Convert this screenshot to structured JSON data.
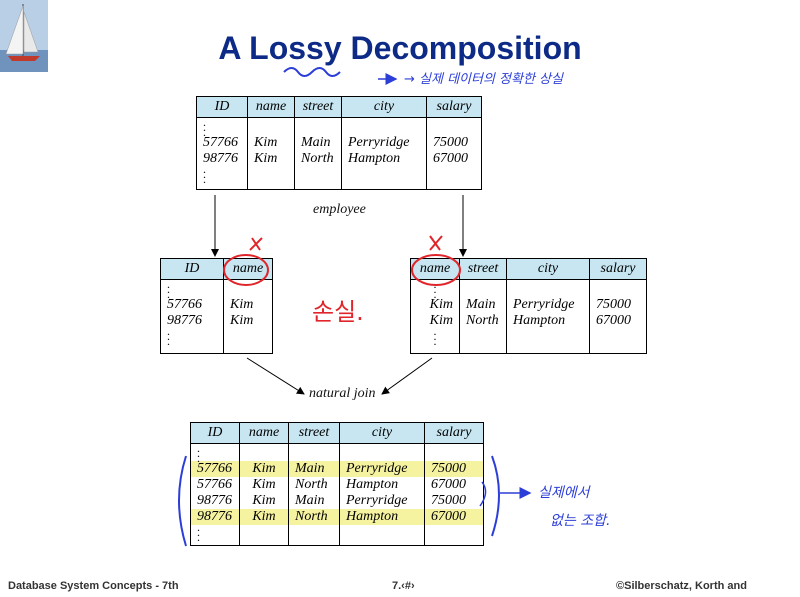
{
  "title": "A Lossy Decomposition",
  "annotations": {
    "title_note": "→ 실제 데이터의 정확한 상실",
    "loss": "손실.",
    "note_lines": [
      "실제에서",
      "없는 조합."
    ]
  },
  "employee": {
    "headers": [
      "ID",
      "name",
      "street",
      "city",
      "salary"
    ],
    "rows": [
      [
        "57766",
        "Kim",
        "Main",
        "Perryridge",
        "75000"
      ],
      [
        "98776",
        "Kim",
        "North",
        "Hampton",
        "67000"
      ]
    ],
    "label": "employee"
  },
  "r1": {
    "headers": [
      "ID",
      "name"
    ],
    "rows": [
      [
        "57766",
        "Kim"
      ],
      [
        "98776",
        "Kim"
      ]
    ]
  },
  "r2": {
    "headers": [
      "name",
      "street",
      "city",
      "salary"
    ],
    "rows": [
      [
        "Kim",
        "Main",
        "Perryridge",
        "75000"
      ],
      [
        "Kim",
        "North",
        "Hampton",
        "67000"
      ]
    ]
  },
  "join_label": "natural join",
  "joined": {
    "headers": [
      "ID",
      "name",
      "street",
      "city",
      "salary"
    ],
    "rows": [
      [
        "57766",
        "Kim",
        "Main",
        "Perryridge",
        "75000"
      ],
      [
        "57766",
        "Kim",
        "North",
        "Hampton",
        "67000"
      ],
      [
        "98776",
        "Kim",
        "Main",
        "Perryridge",
        "75000"
      ],
      [
        "98776",
        "Kim",
        "North",
        "Hampton",
        "67000"
      ]
    ],
    "highlight_rows": [
      0,
      3
    ]
  },
  "footer": {
    "left": "Database System Concepts - 7th",
    "center": "7.‹#›",
    "right": "©Silberschatz, Korth and"
  },
  "colors": {
    "title": "#0d2a87",
    "header_fill": "#c7e6f1",
    "highlight": "#f6f3a0",
    "ink_red": "#e0262b",
    "ink_blue": "#2c3ed8"
  }
}
